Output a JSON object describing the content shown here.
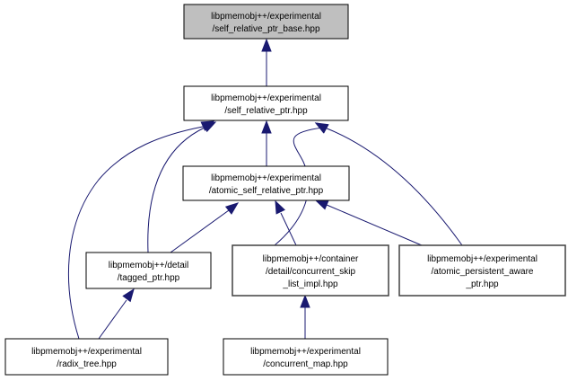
{
  "graph": {
    "type": "include-dependency-graph",
    "edge_color": "#191970",
    "root_fill": "#bfbfbf",
    "nodes": [
      {
        "id": "n0",
        "lines": [
          "libpmemobj++/experimental",
          "/self_relative_ptr_base.hpp"
        ],
        "root": true
      },
      {
        "id": "n1",
        "lines": [
          "libpmemobj++/experimental",
          "/self_relative_ptr.hpp"
        ]
      },
      {
        "id": "n2",
        "lines": [
          "libpmemobj++/experimental",
          "/atomic_self_relative_ptr.hpp"
        ]
      },
      {
        "id": "n3",
        "lines": [
          "libpmemobj++/detail",
          "/tagged_ptr.hpp"
        ]
      },
      {
        "id": "n4",
        "lines": [
          "libpmemobj++/container",
          "/detail/concurrent_skip",
          "_list_impl.hpp"
        ]
      },
      {
        "id": "n5",
        "lines": [
          "libpmemobj++/experimental",
          "/atomic_persistent_aware",
          "_ptr.hpp"
        ]
      },
      {
        "id": "n6",
        "lines": [
          "libpmemobj++/experimental",
          "/radix_tree.hpp"
        ]
      },
      {
        "id": "n7",
        "lines": [
          "libpmemobj++/experimental",
          "/concurrent_map.hpp"
        ]
      }
    ],
    "edges": [
      {
        "from": "n1",
        "to": "n0"
      },
      {
        "from": "n2",
        "to": "n1"
      },
      {
        "from": "n3",
        "to": "n1"
      },
      {
        "from": "n6",
        "to": "n1"
      },
      {
        "from": "n4",
        "to": "n1"
      },
      {
        "from": "n5",
        "to": "n1"
      },
      {
        "from": "n3",
        "to": "n2"
      },
      {
        "from": "n4",
        "to": "n2"
      },
      {
        "from": "n5",
        "to": "n2"
      },
      {
        "from": "n6",
        "to": "n3"
      },
      {
        "from": "n7",
        "to": "n4"
      }
    ]
  }
}
